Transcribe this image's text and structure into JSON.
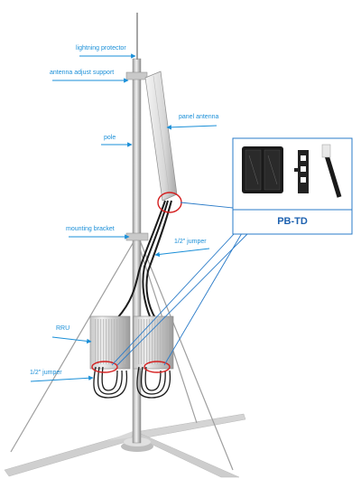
{
  "labels": {
    "lightning_protector": "lightning protector",
    "antenna_adjust_support": "antenna adjust support",
    "panel_antenna": "panel antenna",
    "pole": "pole",
    "mounting_bracket": "mounting bracket",
    "jumper_top": "1/2\" jumper",
    "rru": "RRU",
    "jumper_bottom": "1/2\" jumper"
  },
  "inset": {
    "title": "PB-TD"
  },
  "colors": {
    "label": "#1a8fd8",
    "arrow": "#1a8fd8",
    "highlight": "#d42020",
    "inset_border": "#2a7bc8",
    "inset_title": "#1e62b0"
  }
}
